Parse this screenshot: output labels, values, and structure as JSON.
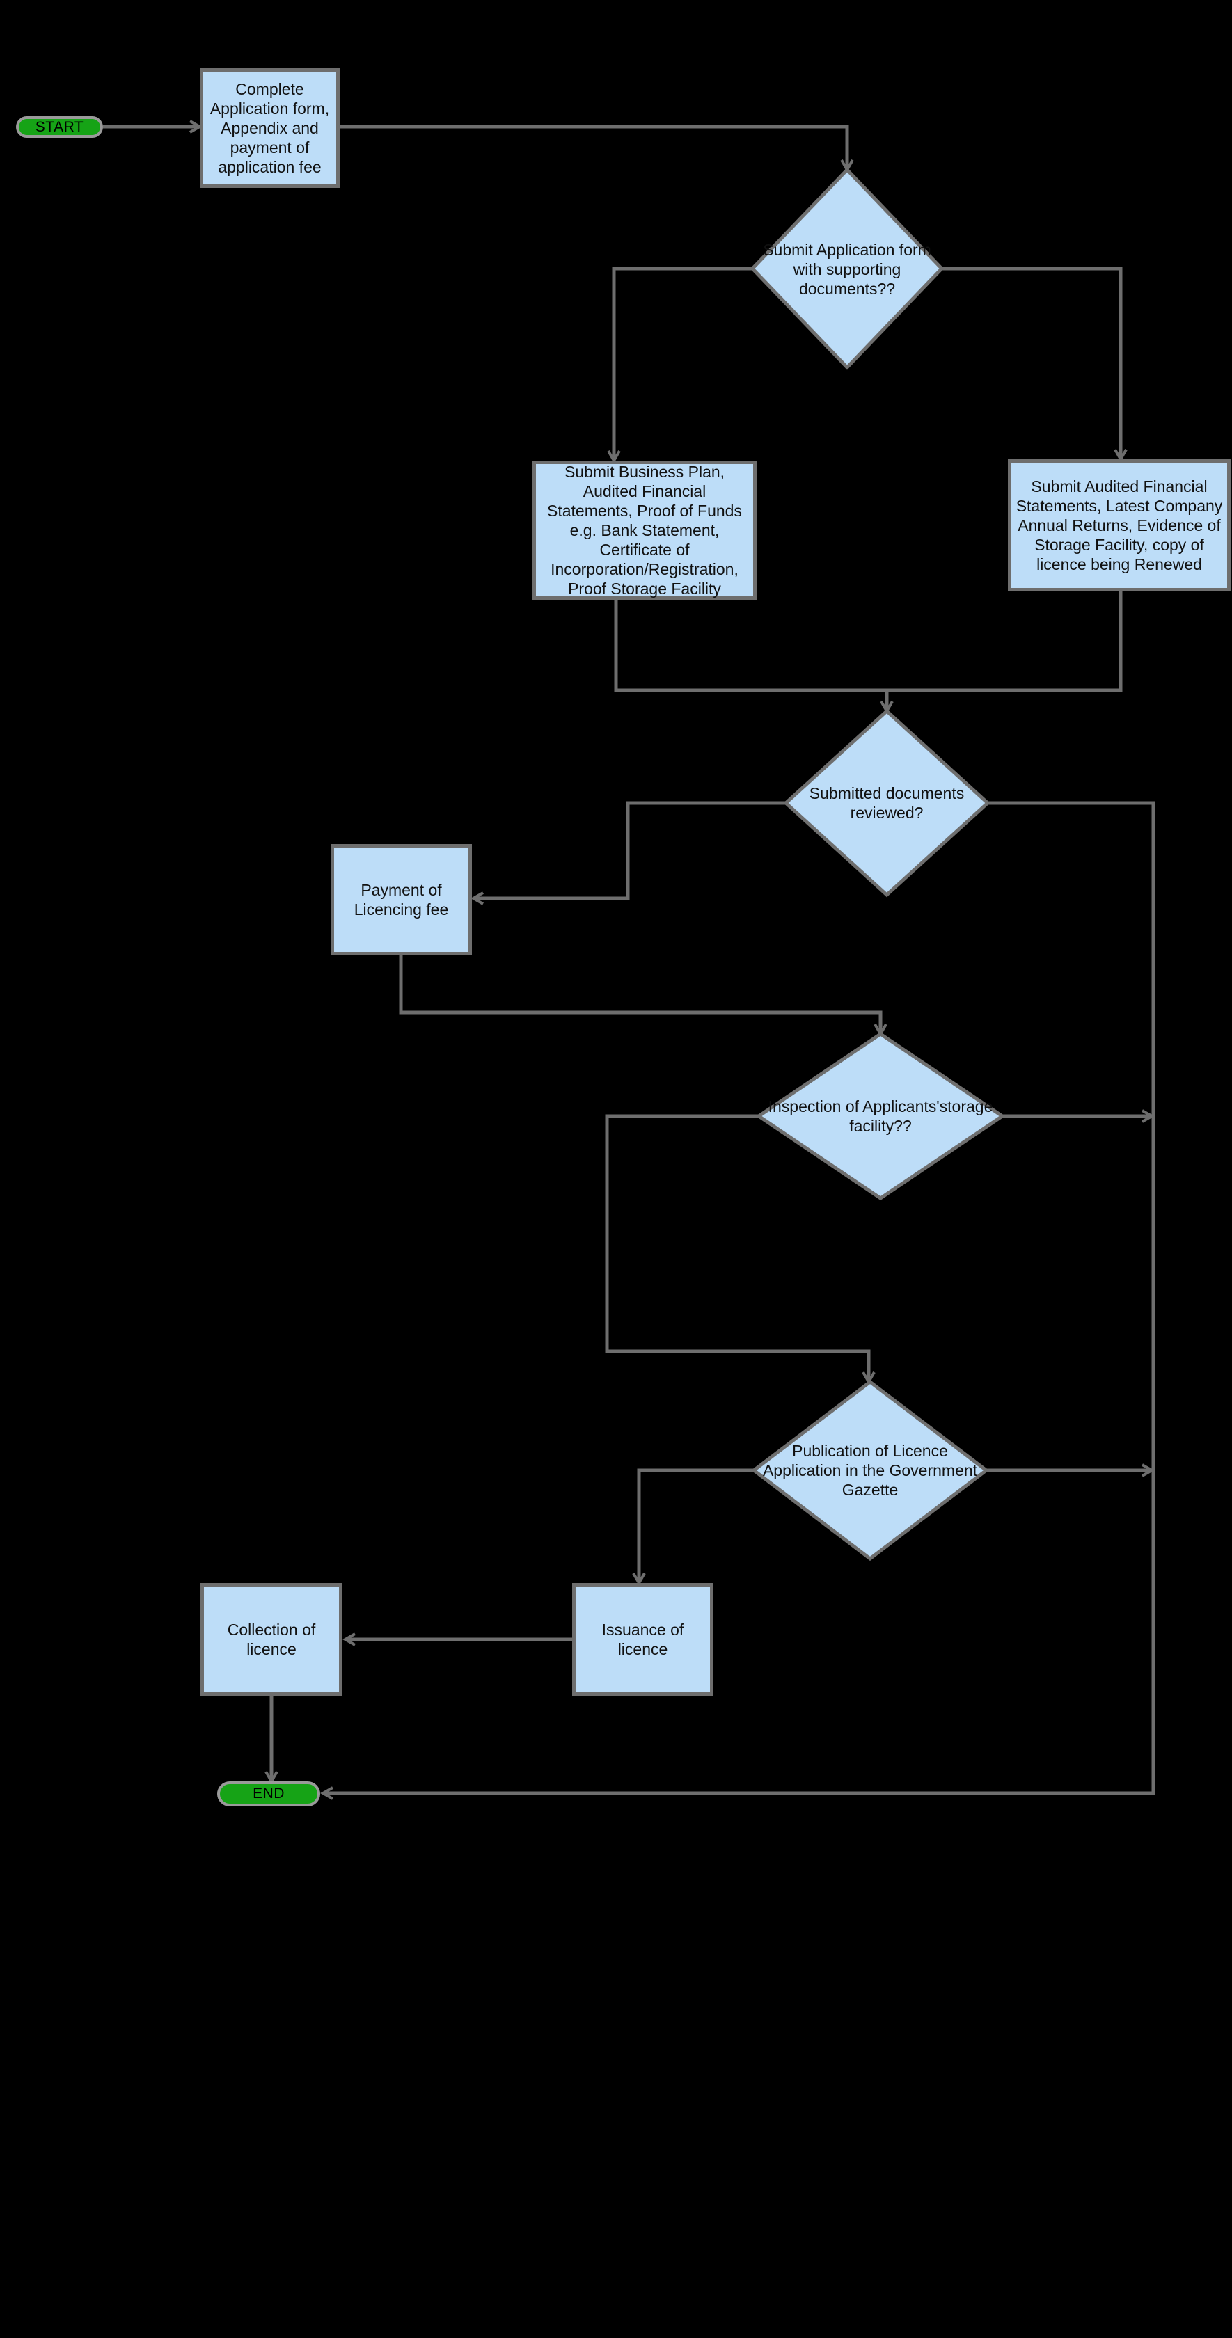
{
  "flowchart": {
    "start_label": "START",
    "end_label": "END",
    "nodes": {
      "complete_application": "Complete Application form, Appendix and payment of application fee",
      "submit_application_decision": "Submit Application form with supporting documents??",
      "submit_business_plan": "Submit Business Plan, Audited Financial Statements, Proof of Funds e.g. Bank Statement, Certificate of Incorporation/Registration, Proof Storage Facility",
      "submit_audited_financials": "Submit Audited Financial Statements, Latest Company Annual Returns, Evidence of Storage Facility, copy of licence being Renewed",
      "documents_reviewed_decision": "Submitted documents reviewed?",
      "payment_licencing_fee": "Payment of Licencing fee",
      "inspection_decision": "Inspection of Applicants'storage facility??",
      "publication_decision": "Publication of Licence Application in the Government Gazette",
      "issuance_of_licence": "Issuance of licence",
      "collection_of_licence": "Collection of licence"
    },
    "edges": [
      {
        "from": "start",
        "to": "complete_application"
      },
      {
        "from": "complete_application",
        "to": "submit_application_decision"
      },
      {
        "from": "submit_application_decision",
        "to": "submit_business_plan"
      },
      {
        "from": "submit_application_decision",
        "to": "submit_audited_financials"
      },
      {
        "from": "submit_business_plan",
        "to": "documents_reviewed_decision"
      },
      {
        "from": "submit_audited_financials",
        "to": "documents_reviewed_decision"
      },
      {
        "from": "documents_reviewed_decision",
        "to": "payment_licencing_fee"
      },
      {
        "from": "documents_reviewed_decision",
        "to": "end"
      },
      {
        "from": "payment_licencing_fee",
        "to": "inspection_decision"
      },
      {
        "from": "inspection_decision",
        "to": "publication_decision"
      },
      {
        "from": "inspection_decision",
        "to": "end"
      },
      {
        "from": "publication_decision",
        "to": "issuance_of_licence"
      },
      {
        "from": "publication_decision",
        "to": "end"
      },
      {
        "from": "issuance_of_licence",
        "to": "collection_of_licence"
      },
      {
        "from": "collection_of_licence",
        "to": "end"
      }
    ],
    "colors": {
      "background": "#000000",
      "node_fill": "#bdddf8",
      "node_border": "#6e6e6e",
      "edge": "#6e6e6e",
      "terminal_fill": "#16a316",
      "terminal_border": "#9a9a9a",
      "text": "#111111"
    }
  }
}
